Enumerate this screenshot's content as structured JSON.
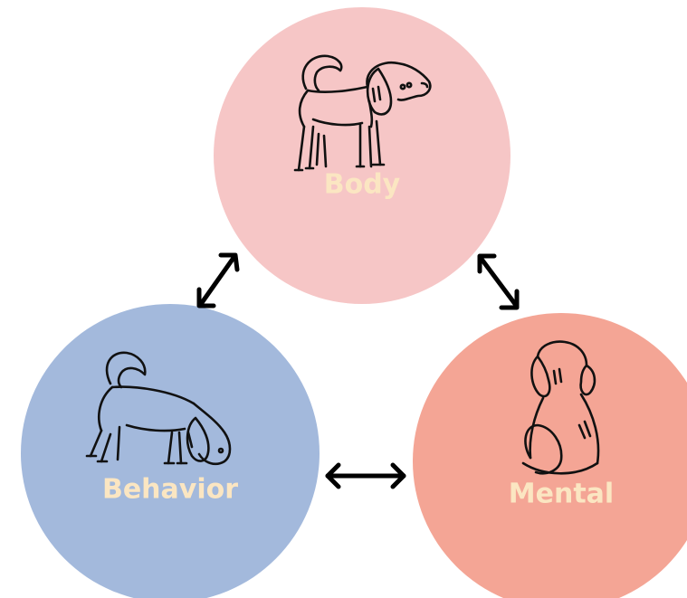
{
  "diagram": {
    "nodes": [
      {
        "id": "body",
        "label": "Body",
        "color": "#f6c6c6",
        "icon": "standing-dog-icon"
      },
      {
        "id": "behavior",
        "label": "Behavior",
        "color": "#a3b9dc",
        "icon": "sniffing-dog-icon"
      },
      {
        "id": "mental",
        "label": "Mental",
        "color": "#f4a595",
        "icon": "sitting-dog-back-icon"
      }
    ],
    "connections": [
      {
        "from": "body",
        "to": "behavior",
        "type": "bidirectional"
      },
      {
        "from": "body",
        "to": "mental",
        "type": "bidirectional"
      },
      {
        "from": "behavior",
        "to": "mental",
        "type": "bidirectional"
      }
    ]
  }
}
